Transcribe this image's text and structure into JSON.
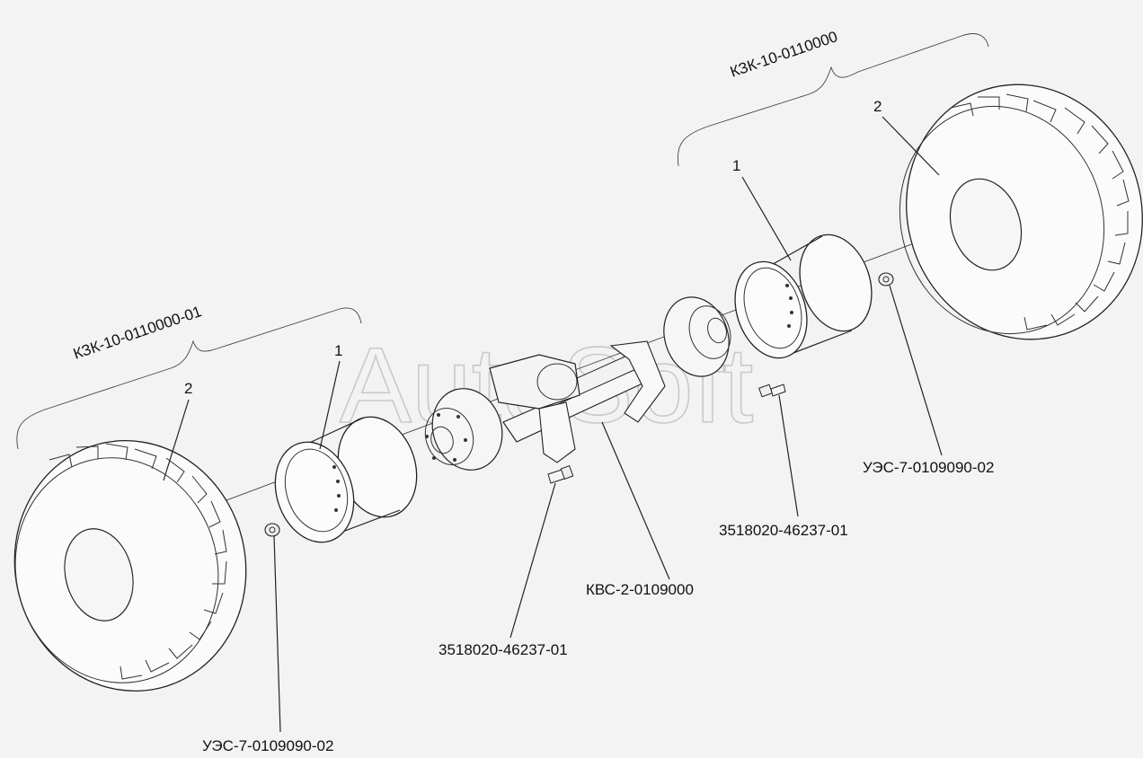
{
  "watermark": "AutoSoft",
  "labels": {
    "assembly_right": "КЗК-10-0110000",
    "assembly_left": "КЗК-10-0110000-01",
    "rim_right_num": "1",
    "tire_right_num": "2",
    "rim_left_num": "1",
    "tire_left_num": "2",
    "nut_right": "УЭС-7-0109090-02",
    "bolt_right": "3518020-46237-01",
    "axle": "КВС-2-0109000",
    "bolt_left": "3518020-46237-01",
    "nut_left": "УЭС-7-0109090-02"
  },
  "colors": {
    "line": "#222222",
    "background": "#f3f3f3",
    "watermark": "#c9c9c9"
  }
}
